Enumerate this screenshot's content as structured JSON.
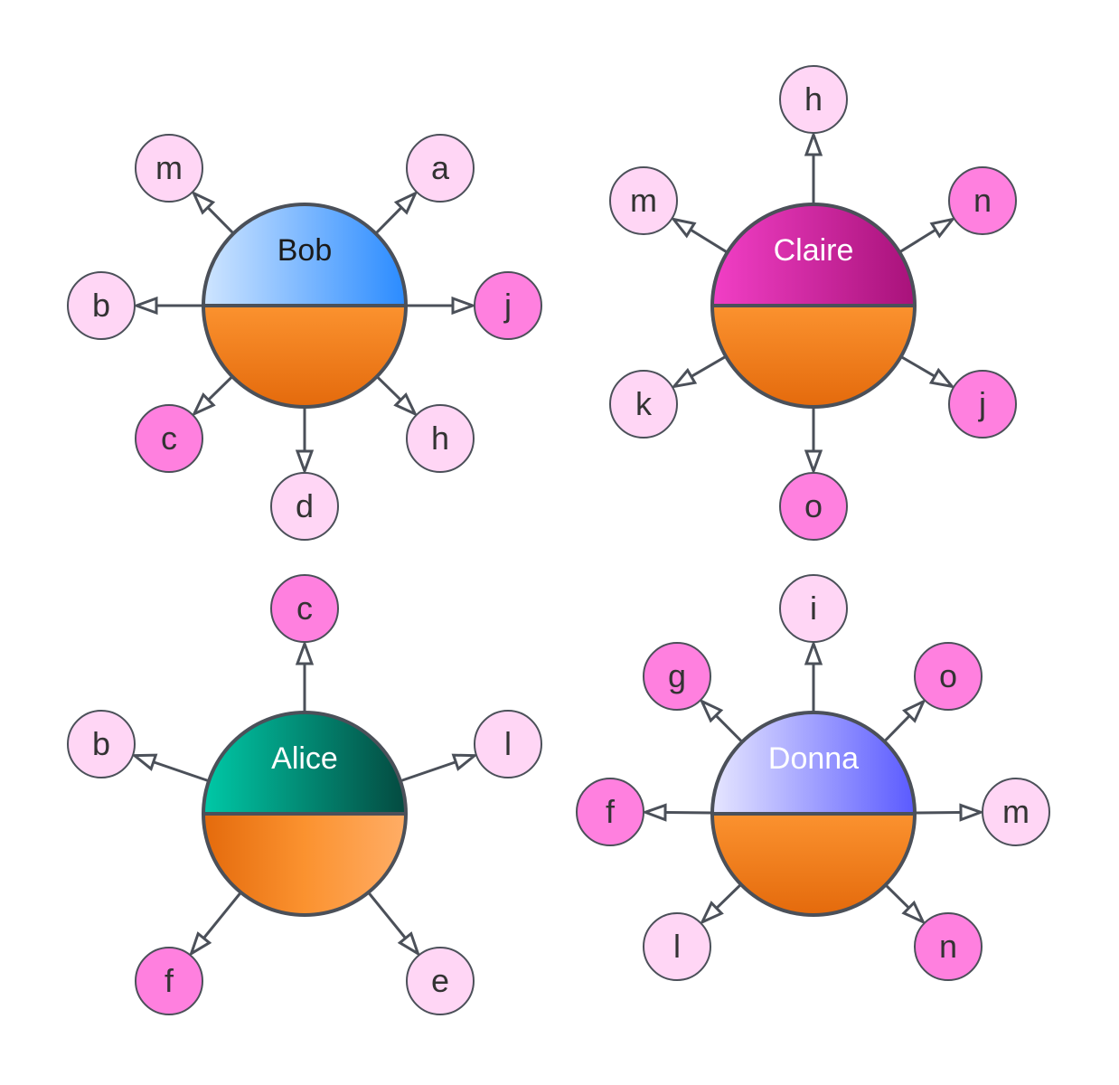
{
  "colors": {
    "leaf_light": "#ffd6f5",
    "leaf_dark": "#ff80df",
    "stroke": "#4b5059",
    "orange_light": "#ffad66",
    "orange_mid": "#fb922f",
    "orange_dark": "#e46a0c"
  },
  "hubs": [
    {
      "id": "bob",
      "name": "Bob",
      "name_color": "#1a1a1a",
      "top_gradient": [
        "#cfe5ff",
        "#2a8bff"
      ],
      "bottom_style": "vertical",
      "leaves": [
        {
          "label": "m",
          "tone": "light"
        },
        {
          "label": "a",
          "tone": "light"
        },
        {
          "label": "b",
          "tone": "light"
        },
        {
          "label": "j",
          "tone": "dark"
        },
        {
          "label": "c",
          "tone": "dark"
        },
        {
          "label": "d",
          "tone": "light"
        },
        {
          "label": "h",
          "tone": "light"
        }
      ]
    },
    {
      "id": "claire",
      "name": "Claire",
      "name_color": "#ffffff",
      "top_gradient": [
        "#f23fc6",
        "#a8127a"
      ],
      "bottom_style": "vertical",
      "leaves": [
        {
          "label": "h",
          "tone": "light"
        },
        {
          "label": "m",
          "tone": "light"
        },
        {
          "label": "n",
          "tone": "dark"
        },
        {
          "label": "k",
          "tone": "light"
        },
        {
          "label": "j",
          "tone": "dark"
        },
        {
          "label": "o",
          "tone": "dark"
        }
      ]
    },
    {
      "id": "alice",
      "name": "Alice",
      "name_color": "#ffffff",
      "top_gradient": [
        "#00c9a7",
        "#044a40"
      ],
      "bottom_style": "horizontal",
      "leaves": [
        {
          "label": "c",
          "tone": "dark"
        },
        {
          "label": "b",
          "tone": "light"
        },
        {
          "label": "l",
          "tone": "light"
        },
        {
          "label": "f",
          "tone": "dark"
        },
        {
          "label": "e",
          "tone": "light"
        }
      ]
    },
    {
      "id": "donna",
      "name": "Donna",
      "name_color": "#ffffff",
      "top_gradient": [
        "#e6e6ff",
        "#5a5aff"
      ],
      "bottom_style": "vertical",
      "leaves": [
        {
          "label": "i",
          "tone": "light"
        },
        {
          "label": "g",
          "tone": "dark"
        },
        {
          "label": "o",
          "tone": "dark"
        },
        {
          "label": "f",
          "tone": "dark"
        },
        {
          "label": "m",
          "tone": "light"
        },
        {
          "label": "l",
          "tone": "light"
        },
        {
          "label": "n",
          "tone": "dark"
        }
      ]
    }
  ]
}
